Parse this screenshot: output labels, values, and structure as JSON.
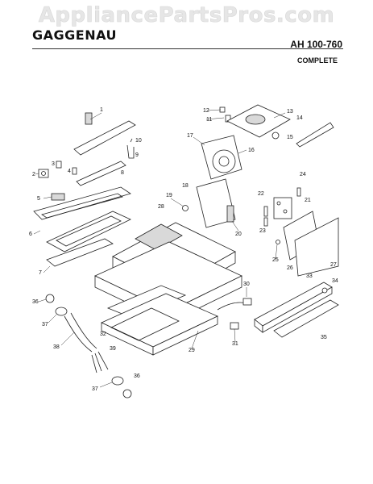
{
  "watermark": "AppliancePartsPros.com",
  "brand": "GAGGENAU",
  "model": "AH 100-760",
  "subtitle": "COMPLETE",
  "parts": [
    "1",
    "2",
    "3",
    "4",
    "5",
    "6",
    "7",
    "8",
    "9",
    "10",
    "11",
    "12",
    "13",
    "14",
    "15",
    "16",
    "17",
    "18",
    "19",
    "20",
    "21",
    "22",
    "23",
    "24",
    "25",
    "26",
    "27",
    "28",
    "29",
    "30",
    "31",
    "32",
    "33",
    "34",
    "35",
    "36",
    "37",
    "38",
    "39"
  ]
}
